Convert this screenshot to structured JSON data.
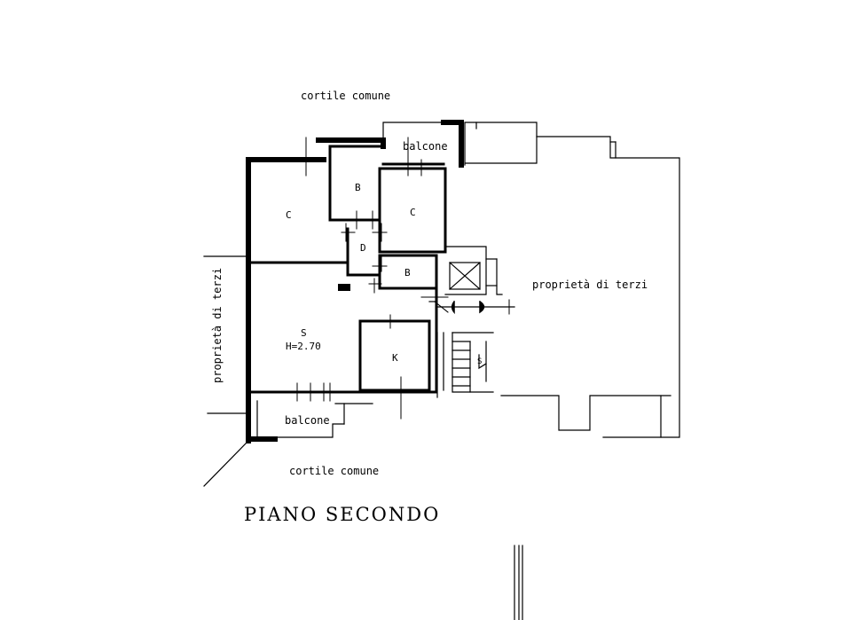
{
  "plan": {
    "title": "PIANO SECONDO",
    "courtyard_top": "cortile comune",
    "courtyard_bottom": "cortile comune",
    "third_party_right": "proprietà di terzi",
    "third_party_left": "proprietà di terzi",
    "balcony_top": "balcone",
    "balcony_bottom": "balcone",
    "rooms": {
      "bedroom_left": "C",
      "bedroom_right": "C",
      "bath_top": "B",
      "bath_small": "B",
      "closet": "D",
      "living": "S",
      "height": "H=2.70",
      "kitchen": "K"
    },
    "stair_mark": "S"
  }
}
